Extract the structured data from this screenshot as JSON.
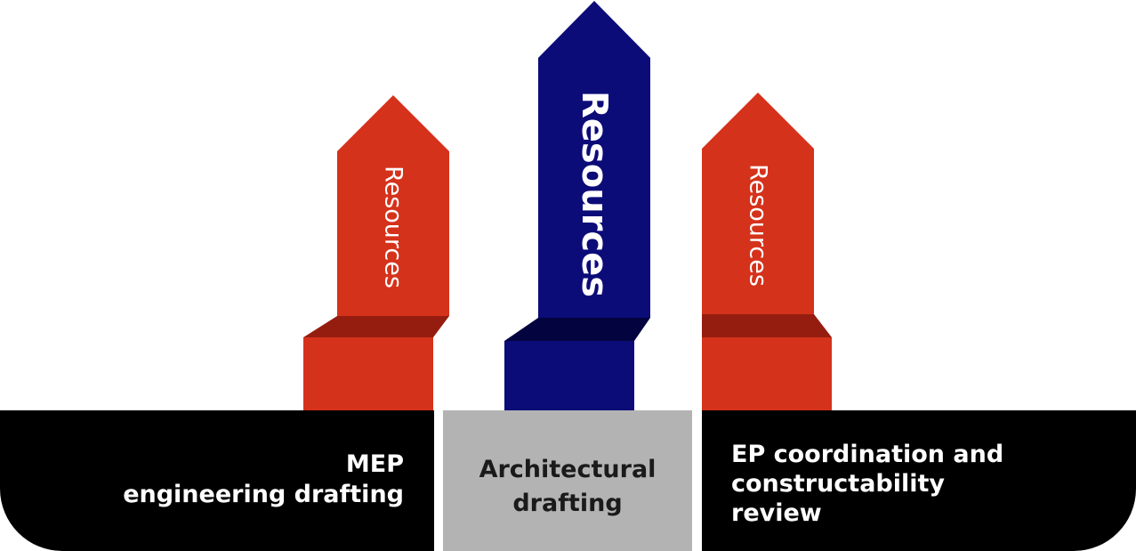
{
  "colors": {
    "orange": "#d5321b",
    "orange_dark": "#951d10",
    "navy": "#0c0c78",
    "navy_dark": "#03033f",
    "black": "#000000",
    "gray": "#b3b3b3"
  },
  "arrows": {
    "left": {
      "label": "Resources"
    },
    "center": {
      "label": "Resources"
    },
    "right": {
      "label": "Resources"
    }
  },
  "panels": {
    "left": {
      "line1": "MEP",
      "line2": "engineering drafting"
    },
    "middle": {
      "line1": "Architectural",
      "line2": "drafting"
    },
    "right": {
      "line1": "EP coordination and",
      "line2": "constructability",
      "line3": "review"
    }
  }
}
